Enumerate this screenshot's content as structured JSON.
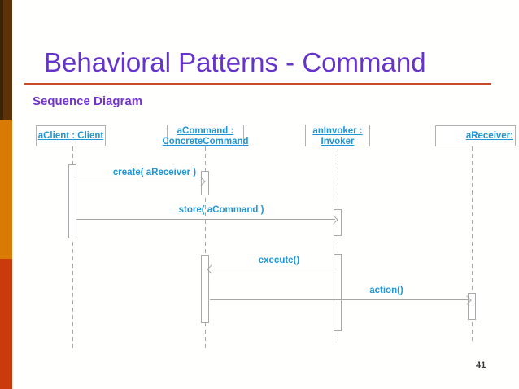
{
  "slide": {
    "title": "Behavioral Patterns - Command",
    "subtitle": "Sequence Diagram",
    "page_number": "41"
  },
  "diagram": {
    "type": "uml-sequence-diagram",
    "lifelines": [
      {
        "id": "aClient",
        "label_lines": [
          "aClient : Client"
        ]
      },
      {
        "id": "aCommand",
        "label_lines": [
          "aCommand :",
          "ConcreteCommand"
        ]
      },
      {
        "id": "anInvoker",
        "label_lines": [
          "anInvoker :",
          "Invoker"
        ]
      },
      {
        "id": "aReceiver",
        "label_lines": [
          "aReceiver:"
        ]
      }
    ],
    "messages": [
      {
        "label": "create( aReceiver )",
        "from": "aClient",
        "to": "aCommand"
      },
      {
        "label": "store( aCommand )",
        "from": "aClient",
        "to": "anInvoker"
      },
      {
        "label": "execute()",
        "from": "anInvoker",
        "to": "aCommand"
      },
      {
        "label": "action()",
        "from": "aCommand",
        "to": "aReceiver"
      }
    ]
  },
  "colors": {
    "slide_bg": "#fffffe",
    "title_color": "#6633cc",
    "subtitle_color": "#7433cc",
    "underline_color": "#c94a26",
    "diagram_blue": "#2196d5",
    "bar_brown": "#5c3309",
    "bar_orange": "#d97a06",
    "bar_red": "#ca3a0c"
  }
}
